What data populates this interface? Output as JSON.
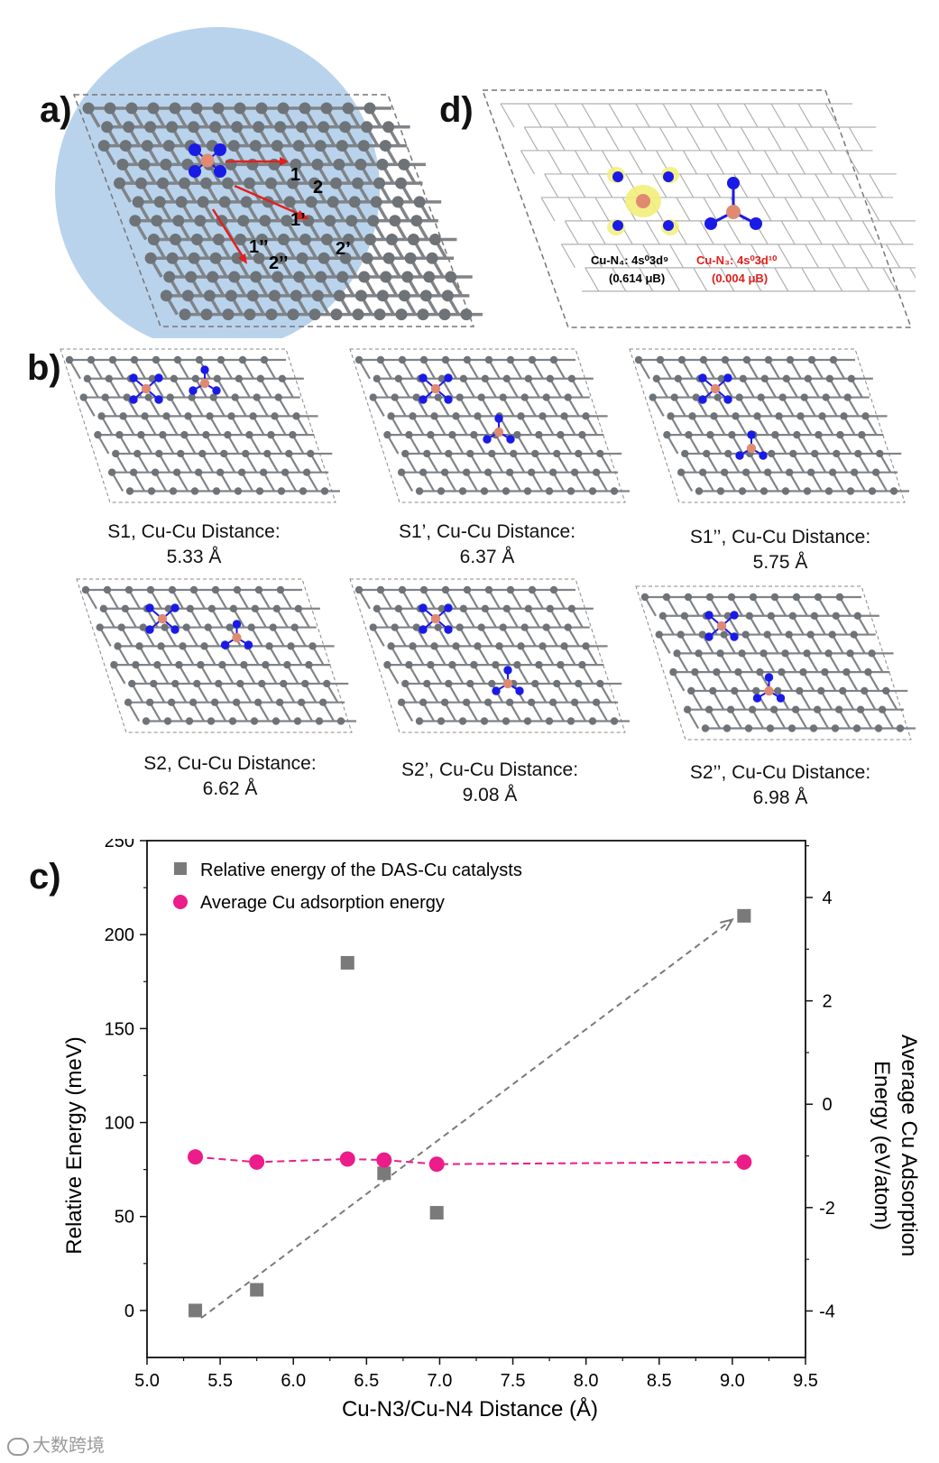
{
  "panel_labels": {
    "a": "a)",
    "b": "b)",
    "c": "c)",
    "d": "d)"
  },
  "panel_a": {
    "site_labels": [
      "1",
      "2",
      "1’",
      "1’’",
      "2’’",
      "2’"
    ]
  },
  "panel_b": {
    "structures": [
      {
        "name": "S1, Cu-Cu Distance:",
        "distance": "5.33 Å"
      },
      {
        "name": "S1’, Cu-Cu Distance:",
        "distance": "6.37 Å"
      },
      {
        "name": "S1’’, Cu-Cu Distance:",
        "distance": "5.75 Å"
      },
      {
        "name": "S2, Cu-Cu Distance:",
        "distance": "6.62 Å"
      },
      {
        "name": "S2’, Cu-Cu Distance:",
        "distance": "9.08 Å"
      },
      {
        "name": "S2’’, Cu-Cu Distance:",
        "distance": "6.98 Å"
      }
    ]
  },
  "panel_d": {
    "cu_n4": {
      "label": "Cu-N₄: 4s⁰3d⁹",
      "moment": "(0.614 μB)"
    },
    "cu_n3": {
      "label": "Cu-N₃: 4s⁰3d¹⁰",
      "moment": "(0.004 μB)"
    }
  },
  "colors": {
    "carbon": "#6e7378",
    "nitrogen": "#1a1ae6",
    "copper": "#e08a72",
    "highlight_circle": "#b9d3ec",
    "arrow": "#e0201c",
    "series_energy": "#7a7a7a",
    "series_adsorption": "#ec1c8a",
    "spin_density": "#f2ee7a",
    "cu_n3_text": "#e0201c"
  },
  "watermark": "大数跨境",
  "chart_data": {
    "type": "scatter",
    "xlabel": "Cu-N3/Cu-N4 Distance (Å)",
    "ylabel": "Relative Energy (meV)",
    "y2label": "Average Cu Adsorption Energy (eV/atom)",
    "xlim": [
      5.0,
      9.5
    ],
    "ylim": [
      -25,
      250
    ],
    "y2lim": [
      -4.9,
      5.1
    ],
    "xticks": [
      "5.0",
      "5.5",
      "6.0",
      "6.5",
      "7.0",
      "7.5",
      "8.0",
      "8.5",
      "9.0",
      "9.5"
    ],
    "yticks": [
      "0",
      "50",
      "100",
      "150",
      "200",
      "250"
    ],
    "y2ticks": [
      "-4",
      "-2",
      "0",
      "2",
      "4"
    ],
    "legend_position": "top-left",
    "series": [
      {
        "name": "Relative energy of the DAS-Cu catalysts",
        "marker": "square",
        "axis": "left",
        "x": [
          5.33,
          5.75,
          6.37,
          6.62,
          6.98,
          9.08
        ],
        "y": [
          0,
          11,
          185,
          73,
          52,
          210
        ],
        "trend": {
          "style": "dashed-arrow",
          "from": [
            5.37,
            -4
          ],
          "to": [
            9.0,
            208
          ]
        }
      },
      {
        "name": "Average Cu adsorption energy",
        "marker": "circle",
        "axis": "right",
        "x": [
          5.33,
          5.75,
          6.37,
          6.62,
          6.98,
          9.08
        ],
        "y": [
          -1.02,
          -1.12,
          -1.06,
          -1.08,
          -1.16,
          -1.12
        ],
        "connector": "dashed"
      }
    ]
  }
}
